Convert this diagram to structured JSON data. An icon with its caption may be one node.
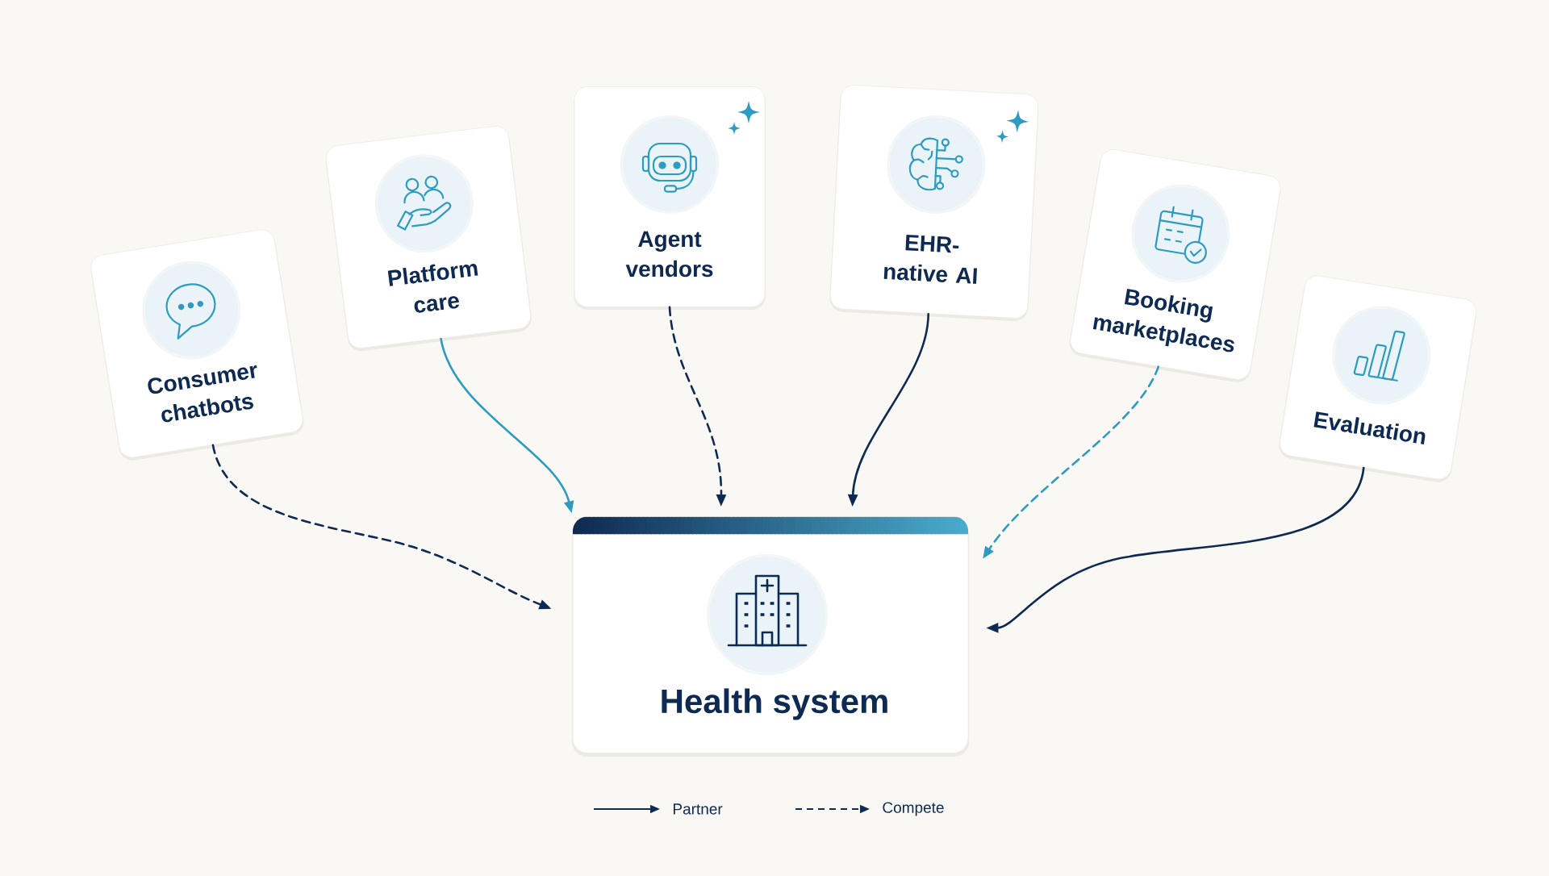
{
  "diagram": {
    "nodes": [
      {
        "text": [
          "Consumer chatbots"
        ]
      },
      {
        "text": [
          "Platform care"
        ]
      },
      {
        "text": [
          "Agent vendors"
        ]
      },
      {
        "text": [
          "EHR-native AI"
        ]
      },
      {
        "text": [
          "Booking marketplaces"
        ]
      },
      {
        "text": [
          "Evaluation"
        ]
      },
      {
        "text": [
          "Health system"
        ]
      }
    ],
    "edges": [
      {
        "from": 0,
        "to": 6,
        "arrow": "to",
        "style": "dashed"
      },
      {
        "from": 1,
        "to": 6,
        "arrow": "to",
        "color": "#2e9bc1"
      },
      {
        "from": 2,
        "to": 6,
        "arrow": "to",
        "style": "dashed"
      },
      {
        "from": 3,
        "to": 6,
        "arrow": "to"
      },
      {
        "from": 4,
        "to": 6,
        "arrow": "to",
        "style": "dashed",
        "color": "#2e9bc1"
      },
      {
        "from": 5,
        "to": 6,
        "arrow": "to"
      }
    ],
    "legend": [
      {
        "text": "Partner"
      },
      {
        "text": "Compete"
      }
    ]
  }
}
